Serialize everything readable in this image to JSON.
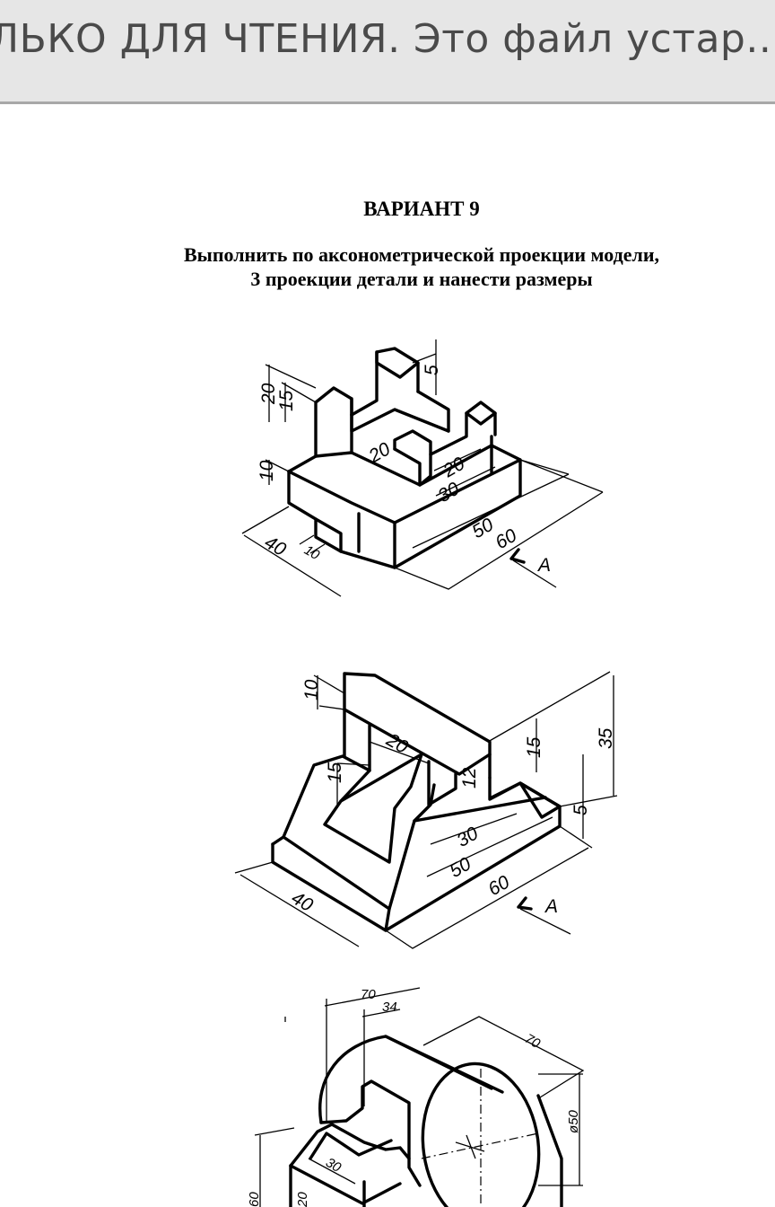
{
  "header": {
    "banner_text": "ЛЬКО ДЛЯ ЧТЕНИЯ. Это файл устар..."
  },
  "document": {
    "title": "ВАРИАНТ 9",
    "instruction_line1": "Выполнить по аксонометрической проекции модели,",
    "instruction_line2": "3 проекции детали и нанести размеры"
  },
  "figure1": {
    "view_label": "A",
    "dims": [
      "20",
      "15",
      "5",
      "10",
      "20",
      "20",
      "30",
      "40",
      "10",
      "50",
      "60"
    ]
  },
  "figure2": {
    "view_label": "A",
    "dims": [
      "10",
      "20",
      "15",
      "12",
      "15",
      "35",
      "5",
      "30",
      "50",
      "40",
      "60"
    ]
  },
  "figure3": {
    "dims": [
      "70",
      "34",
      "70",
      "ø50",
      "30",
      "60",
      "20"
    ]
  }
}
